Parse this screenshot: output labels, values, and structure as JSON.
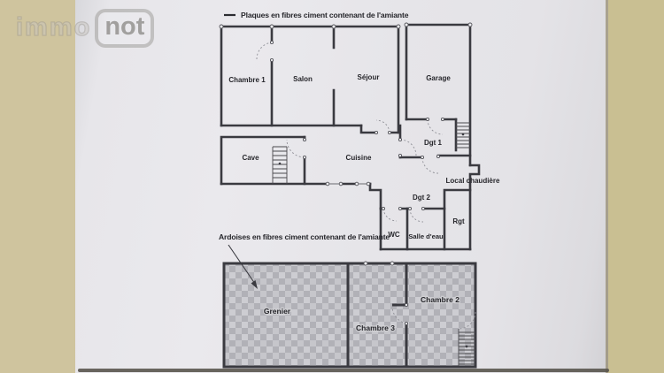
{
  "watermark": {
    "immo": "immo",
    "not": "not"
  },
  "annotations": {
    "plaques": "Plaques en fibres ciment contenant de l'amiante",
    "ardoises": "Ardoises en fibres ciment contenant de l'amiante"
  },
  "ground_floor": {
    "chambre1": "Chambre 1",
    "salon": "Salon",
    "sejour": "Séjour",
    "garage": "Garage",
    "cave": "Cave",
    "cuisine": "Cuisine",
    "dgt1": "Dgt 1",
    "dgt2": "Dgt 2",
    "local_chaudiere": "Local chaudière",
    "wc": "WC",
    "salle_eau": "Salle d'eau",
    "rgt": "Rgt"
  },
  "attic": {
    "grenier": "Grenier",
    "chambre3": "Chambre 3",
    "chambre2": "Chambre 2"
  }
}
